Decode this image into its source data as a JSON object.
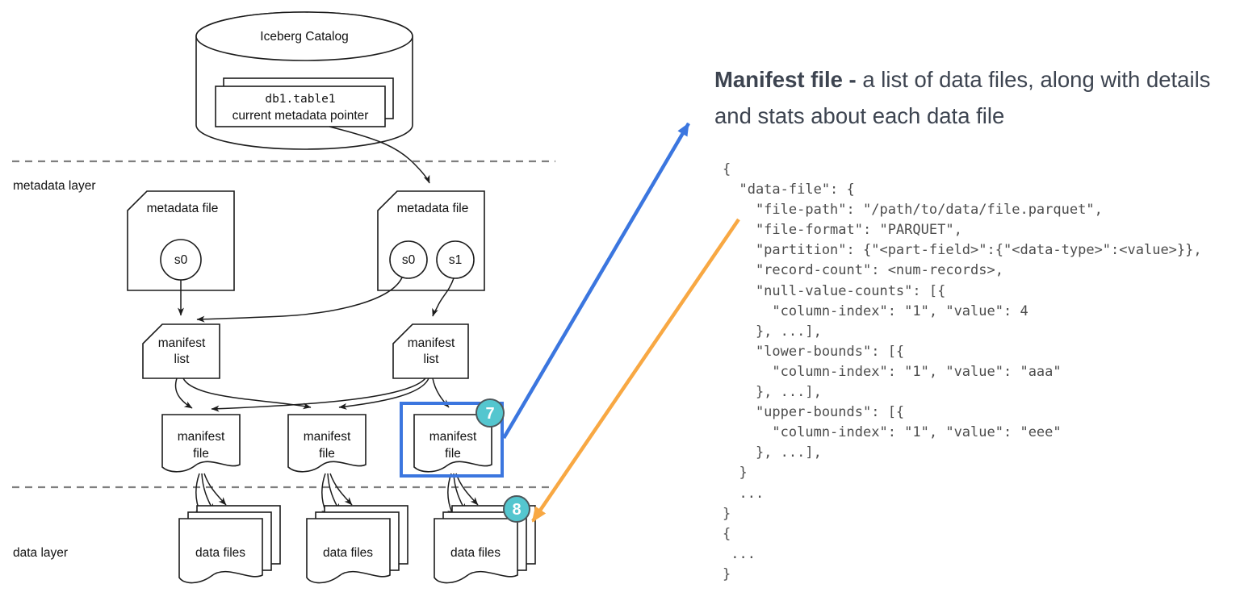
{
  "colors": {
    "highlight_blue": "#3B76DF",
    "callout_orange": "#F8A843",
    "badge_teal": "#54C6CF",
    "diagram_ink": "#1c1c1c",
    "layer_divider_gray": "#7f7f7f",
    "heading_text": "#3D4450",
    "code_text": "#4d4d4d"
  },
  "diagram": {
    "catalog": {
      "title": "Iceberg Catalog",
      "pointer_line1": "db1.table1",
      "pointer_line2": "current metadata pointer"
    },
    "metadata_layer_label": "metadata layer",
    "data_layer_label": "data layer",
    "metadata_files": [
      {
        "label": "metadata file",
        "snapshots": [
          "s0"
        ]
      },
      {
        "label": "metadata file",
        "snapshots": [
          "s0",
          "s1"
        ]
      }
    ],
    "manifest_lists": [
      {
        "label_line1": "manifest",
        "label_line2": "list"
      },
      {
        "label_line1": "manifest",
        "label_line2": "list"
      }
    ],
    "manifest_files": [
      {
        "label_line1": "manifest",
        "label_line2": "file"
      },
      {
        "label_line1": "manifest",
        "label_line2": "file"
      },
      {
        "label_line1": "manifest",
        "label_line2": "file"
      }
    ],
    "data_file_stacks": [
      {
        "label": "data files"
      },
      {
        "label": "data files"
      },
      {
        "label": "data files"
      }
    ],
    "callout_badges": [
      {
        "number": "7"
      },
      {
        "number": "8"
      }
    ]
  },
  "annotation": {
    "heading_bold": "Manifest file -",
    "heading_rest": " a list of data files, along with details and stats about each data file",
    "code": "{\n  \"data-file\": {\n    \"file-path\": \"/path/to/data/file.parquet\",\n    \"file-format\": \"PARQUET\",\n    \"partition\": {\"<part-field>\":{\"<data-type>\":<value>}},\n    \"record-count\": <num-records>,\n    \"null-value-counts\": [{\n      \"column-index\": \"1\", \"value\": 4\n    }, ...],\n    \"lower-bounds\": [{\n      \"column-index\": \"1\", \"value\": \"aaa\"\n    }, ...],\n    \"upper-bounds\": [{\n      \"column-index\": \"1\", \"value\": \"eee\"\n    }, ...],\n  }\n  ...\n}\n{\n ...\n}"
  }
}
